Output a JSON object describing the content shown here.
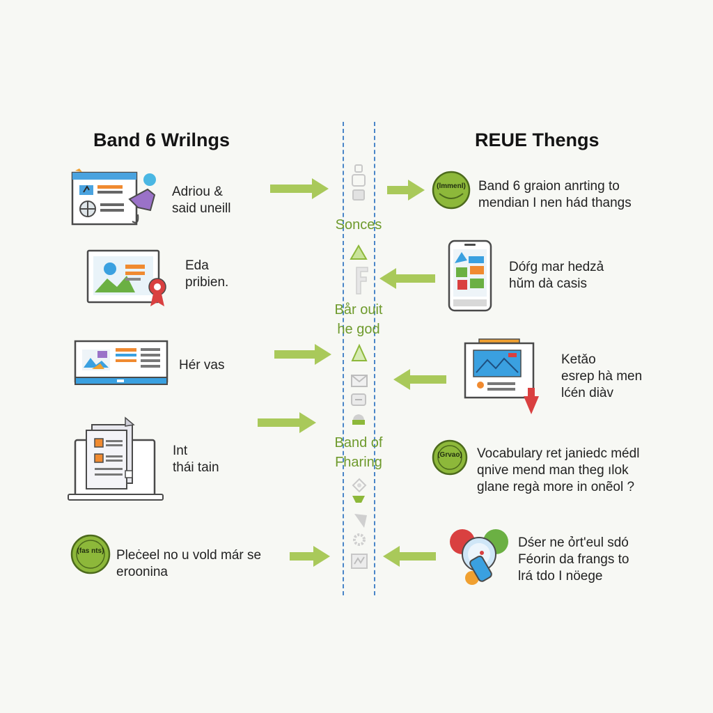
{
  "left_title": "Band 6 Wrilngs",
  "right_title": "REUE Thengs",
  "left_items": [
    {
      "icon": "browser-window-icon",
      "lines": [
        "Adriou &",
        "said uneill"
      ]
    },
    {
      "icon": "monitor-award-icon",
      "lines": [
        "Eda",
        "pribien."
      ]
    },
    {
      "icon": "laptop-dashboard-icon",
      "lines": [
        "Hér vas"
      ]
    },
    {
      "icon": "laptop-document-icon",
      "lines": [
        "Int",
        "thái tain"
      ]
    },
    {
      "icon": "green-badge-icon",
      "badge": "(fas nts)",
      "lines": [
        "Pleċeel no u vold már se",
        "eroonina"
      ]
    }
  ],
  "right_items": [
    {
      "icon": "green-badge-icon",
      "badge": "(lmmenl)",
      "lines": [
        "Band 6 graion anrting to",
        "mendian I nen hád thangs"
      ]
    },
    {
      "icon": "mobile-phone-icon",
      "lines": [
        "Dóŕg mar hedzả",
        "hŭm dà casis"
      ]
    },
    {
      "icon": "image-frame-download-icon",
      "lines": [
        "Ketǎo",
        "esrep hà men",
        "lćén diàv"
      ]
    },
    {
      "icon": "green-badge-icon",
      "badge": "(Grvao)",
      "lines": [
        "Vocabulary ret janiedc médl",
        "qnive mend man theg ılok",
        "glane regà more in onẽol ?"
      ]
    },
    {
      "icon": "colorful-bubbles-icon",
      "lines": [
        "Dśer ne ỏrt'eul sdó",
        "Féorin da frangs to",
        "lrá tdo I nöege"
      ]
    }
  ],
  "center_labels": [
    {
      "lines": [
        "Sonces"
      ]
    },
    {
      "lines": [
        "Bår ouit",
        "he god"
      ]
    },
    {
      "lines": [
        "Band of",
        "Fharing"
      ]
    }
  ],
  "colors": {
    "arrow": "#a9c95a",
    "dash": "#4a86c8",
    "badge_green": "#8db83a",
    "badge_dark": "#4c6a1c",
    "label_green": "#6e9a2c"
  }
}
